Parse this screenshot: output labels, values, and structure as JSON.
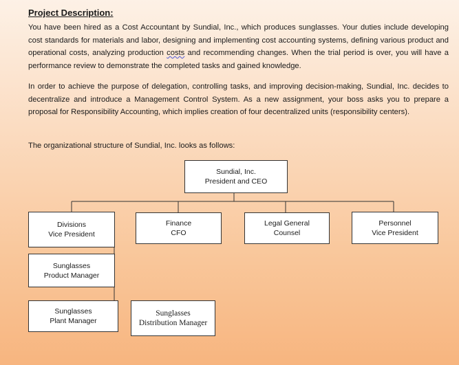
{
  "heading": "Project Description:",
  "paragraphs": {
    "p1_before": "You have been hired as a Cost Accountant by Sundial, Inc., which produces sunglasses. Your duties include developing cost standards for materials and labor, designing and implementing cost accounting systems, defining various product and operational costs, analyzing production ",
    "p1_squiggle": "costs",
    "p1_after": " and recommending changes. When the trial period is over, you will have a performance review to demonstrate the completed tasks and gained knowledge.",
    "p2": "In order to achieve the purpose of delegation, controlling tasks, and improving decision-making, Sundial, Inc. decides to decentralize and introduce a Management Control System. As a new assignment, your boss asks you to prepare a proposal for Responsibility Accounting, which implies creation of four decentralized units (responsibility centers).",
    "p3": "The organizational structure of Sundial, Inc. looks as follows:"
  },
  "org_chart": {
    "ceo": {
      "line1": "Sundial, Inc.",
      "line2": "President and CEO"
    },
    "divisions": {
      "line1": "Divisions",
      "line2": "Vice President"
    },
    "finance": {
      "line1": "Finance",
      "line2": "CFO"
    },
    "legal": {
      "line1": "Legal General",
      "line2": "Counsel"
    },
    "personnel": {
      "line1": "Personnel",
      "line2": "Vice President"
    },
    "product_manager": {
      "line1": "Sunglasses",
      "line2": "Product Manager"
    },
    "plant_manager": {
      "line1": "Sunglasses",
      "line2": "Plant Manager"
    },
    "distribution_manager": {
      "line1": "Sunglasses",
      "line2": "Distribution Manager"
    }
  }
}
